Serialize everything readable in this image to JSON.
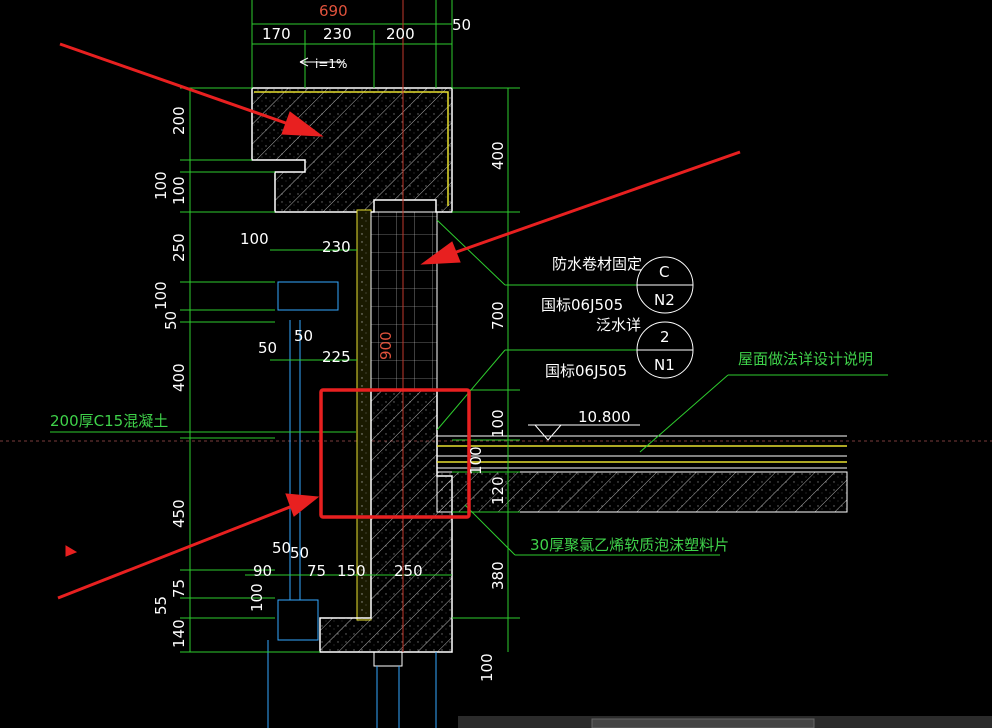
{
  "top_dims": {
    "overall": "690",
    "seg1": "170",
    "seg2": "230",
    "seg3": "200",
    "right": "50",
    "slope": "i=1%"
  },
  "left_dims": [
    "200",
    "100",
    "100",
    "250",
    "100",
    "50",
    "400",
    "450",
    "75",
    "55",
    "140"
  ],
  "inner_dims": {
    "d100": "100",
    "d230": "230",
    "d50a": "50",
    "d50b": "50",
    "d225": "225",
    "d900": "900",
    "d50c": "50",
    "d50d": "50",
    "b90": "90",
    "b75": "75",
    "b150": "150",
    "b250": "250",
    "b100": "100"
  },
  "right_dims": [
    "400",
    "700",
    "100",
    "100",
    "120",
    "380",
    "100"
  ],
  "notes": {
    "waterproof_fix": "防水卷材固定",
    "std1": "国标06J505",
    "flashing": "泛水详",
    "std2": "国标06J505",
    "roof_note": "屋面做法详设计说明",
    "concrete": "200厚C15混凝土",
    "foam": "30厚聚氯乙烯软质泡沫塑料片",
    "elevation": "10.800"
  },
  "callouts": [
    {
      "top": "C",
      "bottom": "N2"
    },
    {
      "top": "2",
      "bottom": "N1"
    }
  ],
  "colors": {
    "line_green": "#2ecc2e",
    "highlight": "#e82020",
    "hatch": "#ffffff",
    "insulation": "#e8e030"
  }
}
